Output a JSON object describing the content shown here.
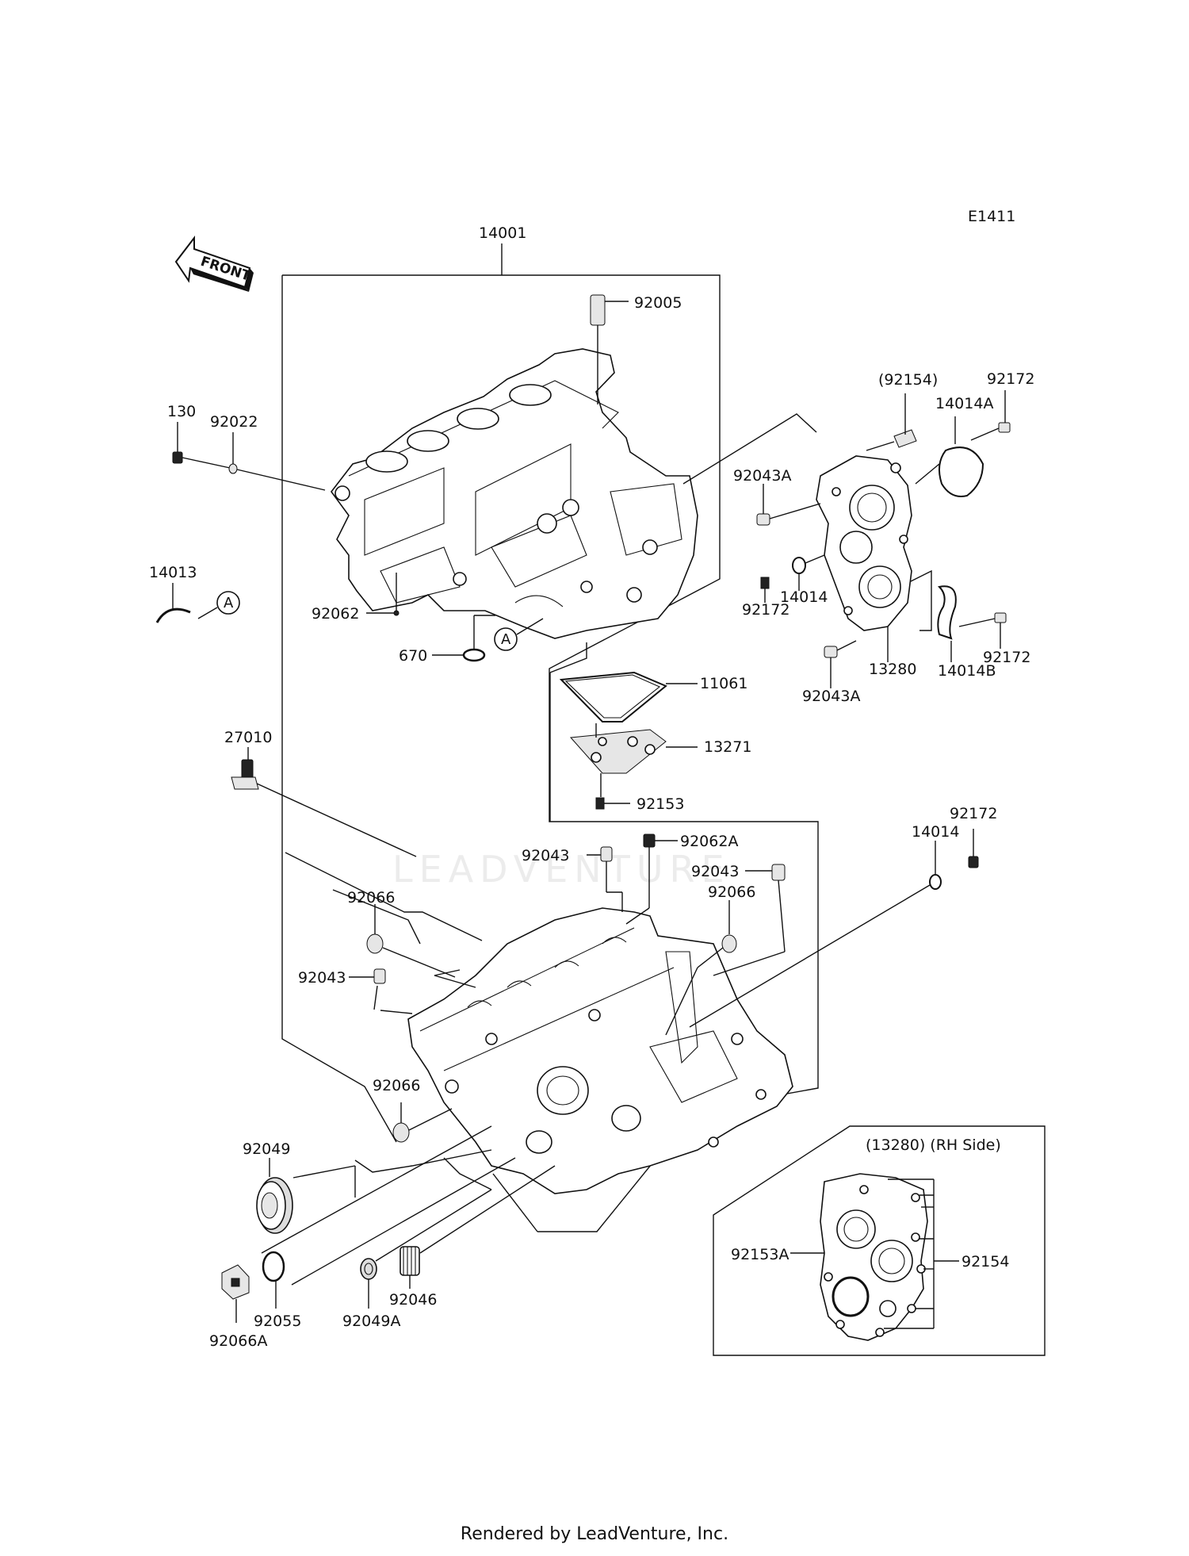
{
  "diagram": {
    "code": "E1411",
    "front_label": "FRONT",
    "watermark": "LEADVENTURE",
    "footer": "Rendered by LeadVenture, Inc.",
    "inset_title": "(13280) (RH Side)",
    "reference_marker": "A",
    "labels": {
      "p14001": "14001",
      "p92005": "92005",
      "p130": "130",
      "p92022": "92022",
      "p14013": "14013",
      "p92062": "92062",
      "p670": "670",
      "p11061": "11061",
      "p13271": "13271",
      "p92153": "92153",
      "p27010": "27010",
      "p92154_paren": "(92154)",
      "p92172_top": "92172",
      "p14014A": "14014A",
      "p92043A_top": "92043A",
      "p92172_mid": "92172",
      "p14014_mid": "14014",
      "p13280": "13280",
      "p92043A_bot": "92043A",
      "p14014B": "14014B",
      "p92172_right": "92172",
      "p92172_low": "92172",
      "p14014_low": "14014",
      "p92043_a": "92043",
      "p92062A": "92062A",
      "p92043_b": "92043",
      "p92066_a": "92066",
      "p92066_b": "92066",
      "p92043_c": "92043",
      "p92066_c": "92066",
      "p92049": "92049",
      "p92055": "92055",
      "p92066A": "92066A",
      "p92049A": "92049A",
      "p92046": "92046",
      "p92153A": "92153A",
      "p92154": "92154"
    }
  }
}
